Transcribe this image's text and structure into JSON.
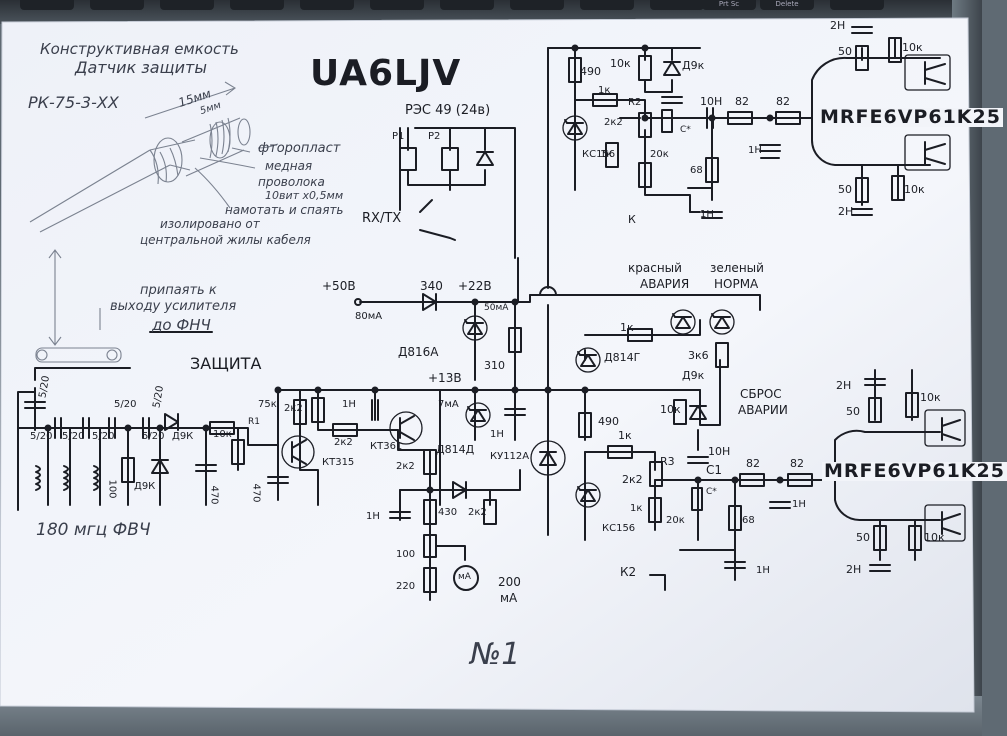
{
  "photo": {
    "keyboard_keys": [
      "",
      "",
      "",
      "",
      "",
      "",
      "",
      "",
      "",
      "",
      "Prt Sc",
      "Delete",
      ""
    ]
  },
  "header": {
    "callsign": "UA6LJV",
    "page_number": "№1"
  },
  "sensor_sketch": {
    "title_line1": "Конструктивная емкость",
    "title_line2": "Датчик защиты",
    "cable": "РК-75-3-ХХ",
    "length_15": "15мм",
    "length_5": "5мм",
    "ptfe": "фторопласт",
    "wire_note_1": "медная",
    "wire_note_2": "проволока",
    "wire_note_3": "10вит х0,5мм",
    "wire_note_4": "намотать и спаять",
    "insulated_1": "изолировано от",
    "insulated_2": "центральной жилы кабеля",
    "solder_1": "припаять к",
    "solder_2": "выходу усилителя",
    "solder_3": "до ФНЧ"
  },
  "schematic": {
    "protection": "ЗАЩИТА",
    "filter_note": "180 мгц  ФВЧ",
    "relay": "РЭС 49 (24в)",
    "relay_p1": "P1",
    "relay_p2": "P2",
    "rx_tx": "RX/TX",
    "supply_50": "+50В",
    "supply_80ma": "80мА",
    "r_340": "340",
    "supply_22": "+22В",
    "i_50ma": "50мА",
    "zener_d816a": "Д816А",
    "r_310": "310",
    "supply_13": "+13В",
    "i_7ma": "7мА",
    "zener_d814d": "Д814Д",
    "scr": "КУ112А",
    "kt315": "КТ315",
    "kt361": "КТ361",
    "r_2k2_a": "2к2",
    "r_2k2_b": "2к2",
    "r_2k2_c": "2к2",
    "r_2k2_d": "2к2",
    "r_75k": "75к",
    "c_1n_a": "1Н",
    "c_1n_b": "1Н",
    "c_1n_c": "1Н",
    "r_430": "430",
    "r_100_pot": "100",
    "r_220": "220",
    "meter": "мА",
    "meter_200": "200",
    "meter_ma": "мА",
    "r1": "R1",
    "r_10k_in": "10к",
    "c_470_a": "470",
    "c_470_b": "470",
    "d9k_in": "Д9К",
    "d9k_in2": "Д9К",
    "r_100_in": "100",
    "c_5_20_a": "5/20",
    "c_5_20_b": "5/20",
    "c_5_20_c": "5/20",
    "c_5_20_d": "5/20",
    "c_5_20_e": "5/20",
    "c_5_20_f": "5/20",
    "c_5_20_g": "5/20",
    "leds_red": "красный",
    "leds_green": "зеленый",
    "leds_alarm": "АВАРИЯ",
    "leds_norm": "НОРМА",
    "r_1k_led": "1к",
    "zener_d814g": "Д814Г",
    "r_3k6": "3к6",
    "d9k_reset": "Д9к",
    "reset_1": "СБРОС",
    "reset_2": "АВАРИИ",
    "top_490": "490",
    "top_10k": "10к",
    "top_d9k": "Д9к",
    "top_1k": "1к",
    "top_r2": "R2",
    "top_2k2": "2к2",
    "top_kc156": "КС156",
    "top_1k_b": "1к",
    "top_20k": "20к",
    "top_10n": "10Н",
    "top_82a": "82",
    "top_82b": "82",
    "top_1n": "1Н",
    "top_68": "68",
    "top_1n_b": "1Н",
    "top_k": "К",
    "top_c": "C*",
    "bot_490": "490",
    "bot_10k": "10к",
    "bot_1k": "1к",
    "bot_2k2": "2к2",
    "bot_r3": "R3",
    "bot_c1": "C1",
    "bot_10n": "10Н",
    "bot_82a": "82",
    "bot_82b": "82",
    "bot_1n": "1Н",
    "bot_kc156": "КС156",
    "bot_1k_b": "1к",
    "bot_20k": "20к",
    "bot_68": "68",
    "bot_1n_b": "1Н",
    "bot_k2": "К2",
    "bot_c": "C*",
    "fet_top": "MRFE6VP61K25",
    "fet_bot": "MRFE6VP61K25",
    "fet_top_2n": "2Н",
    "fet_top_50": "50",
    "fet_top_10k": "10к",
    "fet_top_50b": "50",
    "fet_top_10kb": "10к",
    "fet_top_2nb": "2Н",
    "fet_bot_2n": "2Н",
    "fet_bot_50": "50",
    "fet_bot_10k": "10к",
    "fet_bot_50b": "50",
    "fet_bot_10kb": "10к",
    "fet_bot_2nb": "2Н"
  }
}
